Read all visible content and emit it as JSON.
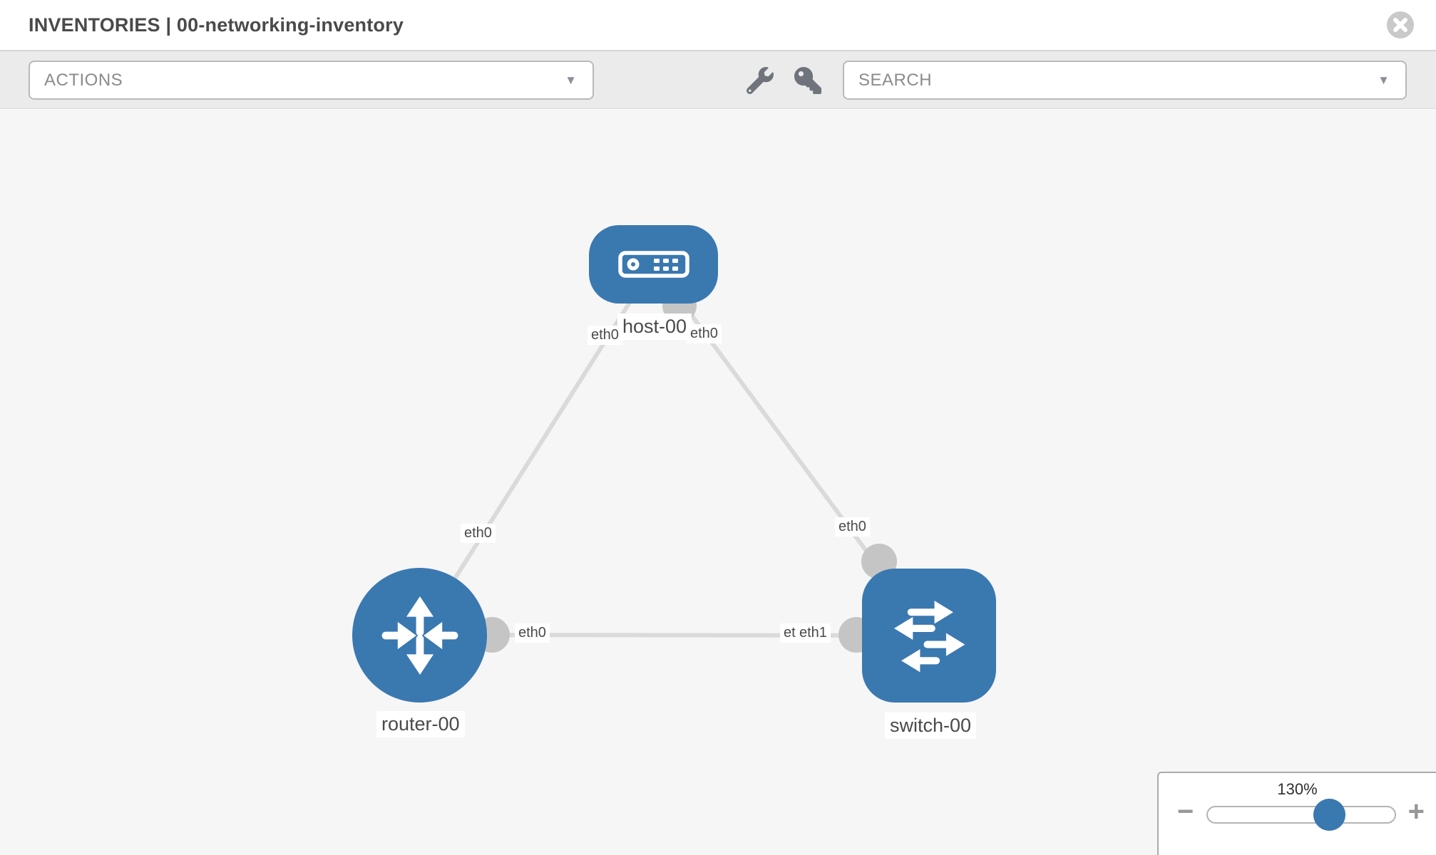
{
  "header": {
    "title": "INVENTORIES | 00-networking-inventory"
  },
  "toolbar": {
    "actions_label": "ACTIONS",
    "search_placeholder": "SEARCH"
  },
  "icons": {
    "caret_down": "▼",
    "close": "circle-x",
    "wrench": "wrench",
    "key": "key",
    "host": "server-appliance",
    "router": "four-arrows-cross",
    "switch": "zigzag-arrows"
  },
  "colors": {
    "accent_blue": "#3a78b0",
    "link_gray": "#dadada",
    "connector_gray": "#c5c5c5",
    "text_dark": "#4a4a4a",
    "text_gray": "#8b8b8b",
    "toolbar_bg": "#ebebeb",
    "canvas_bg": "#f6f6f6"
  },
  "topology": {
    "nodes": [
      {
        "id": "host-00",
        "type": "host",
        "label": "host-00",
        "shape": "rounded-rect",
        "icon": "server-icon"
      },
      {
        "id": "router-00",
        "type": "router",
        "label": "router-00",
        "shape": "circle",
        "icon": "router-arrows-icon"
      },
      {
        "id": "switch-00",
        "type": "switch",
        "label": "switch-00",
        "shape": "rounded-square",
        "icon": "switch-arrows-icon"
      }
    ],
    "links": [
      {
        "from": "host-00",
        "to": "router-00",
        "from_port": "eth0",
        "to_port": "eth0"
      },
      {
        "from": "host-00",
        "to": "switch-00",
        "from_port": "eth0",
        "to_port": "eth0"
      },
      {
        "from": "router-00",
        "to": "switch-00",
        "from_port": "eth0",
        "to_port": "eth1"
      }
    ],
    "ports": {
      "host_router_host_end": "eth0",
      "host_router_router_end": "eth0",
      "host_switch_host_end": "eth0",
      "host_switch_switch_end": "eth0",
      "router_switch_router_end": "eth0",
      "router_switch_switch_end": "eth1",
      "router_switch_switch_end_fragment": "etl"
    }
  },
  "zoom_control": {
    "value_label": "130%",
    "percent": 130,
    "minus_label": "−",
    "plus_label": "+"
  }
}
